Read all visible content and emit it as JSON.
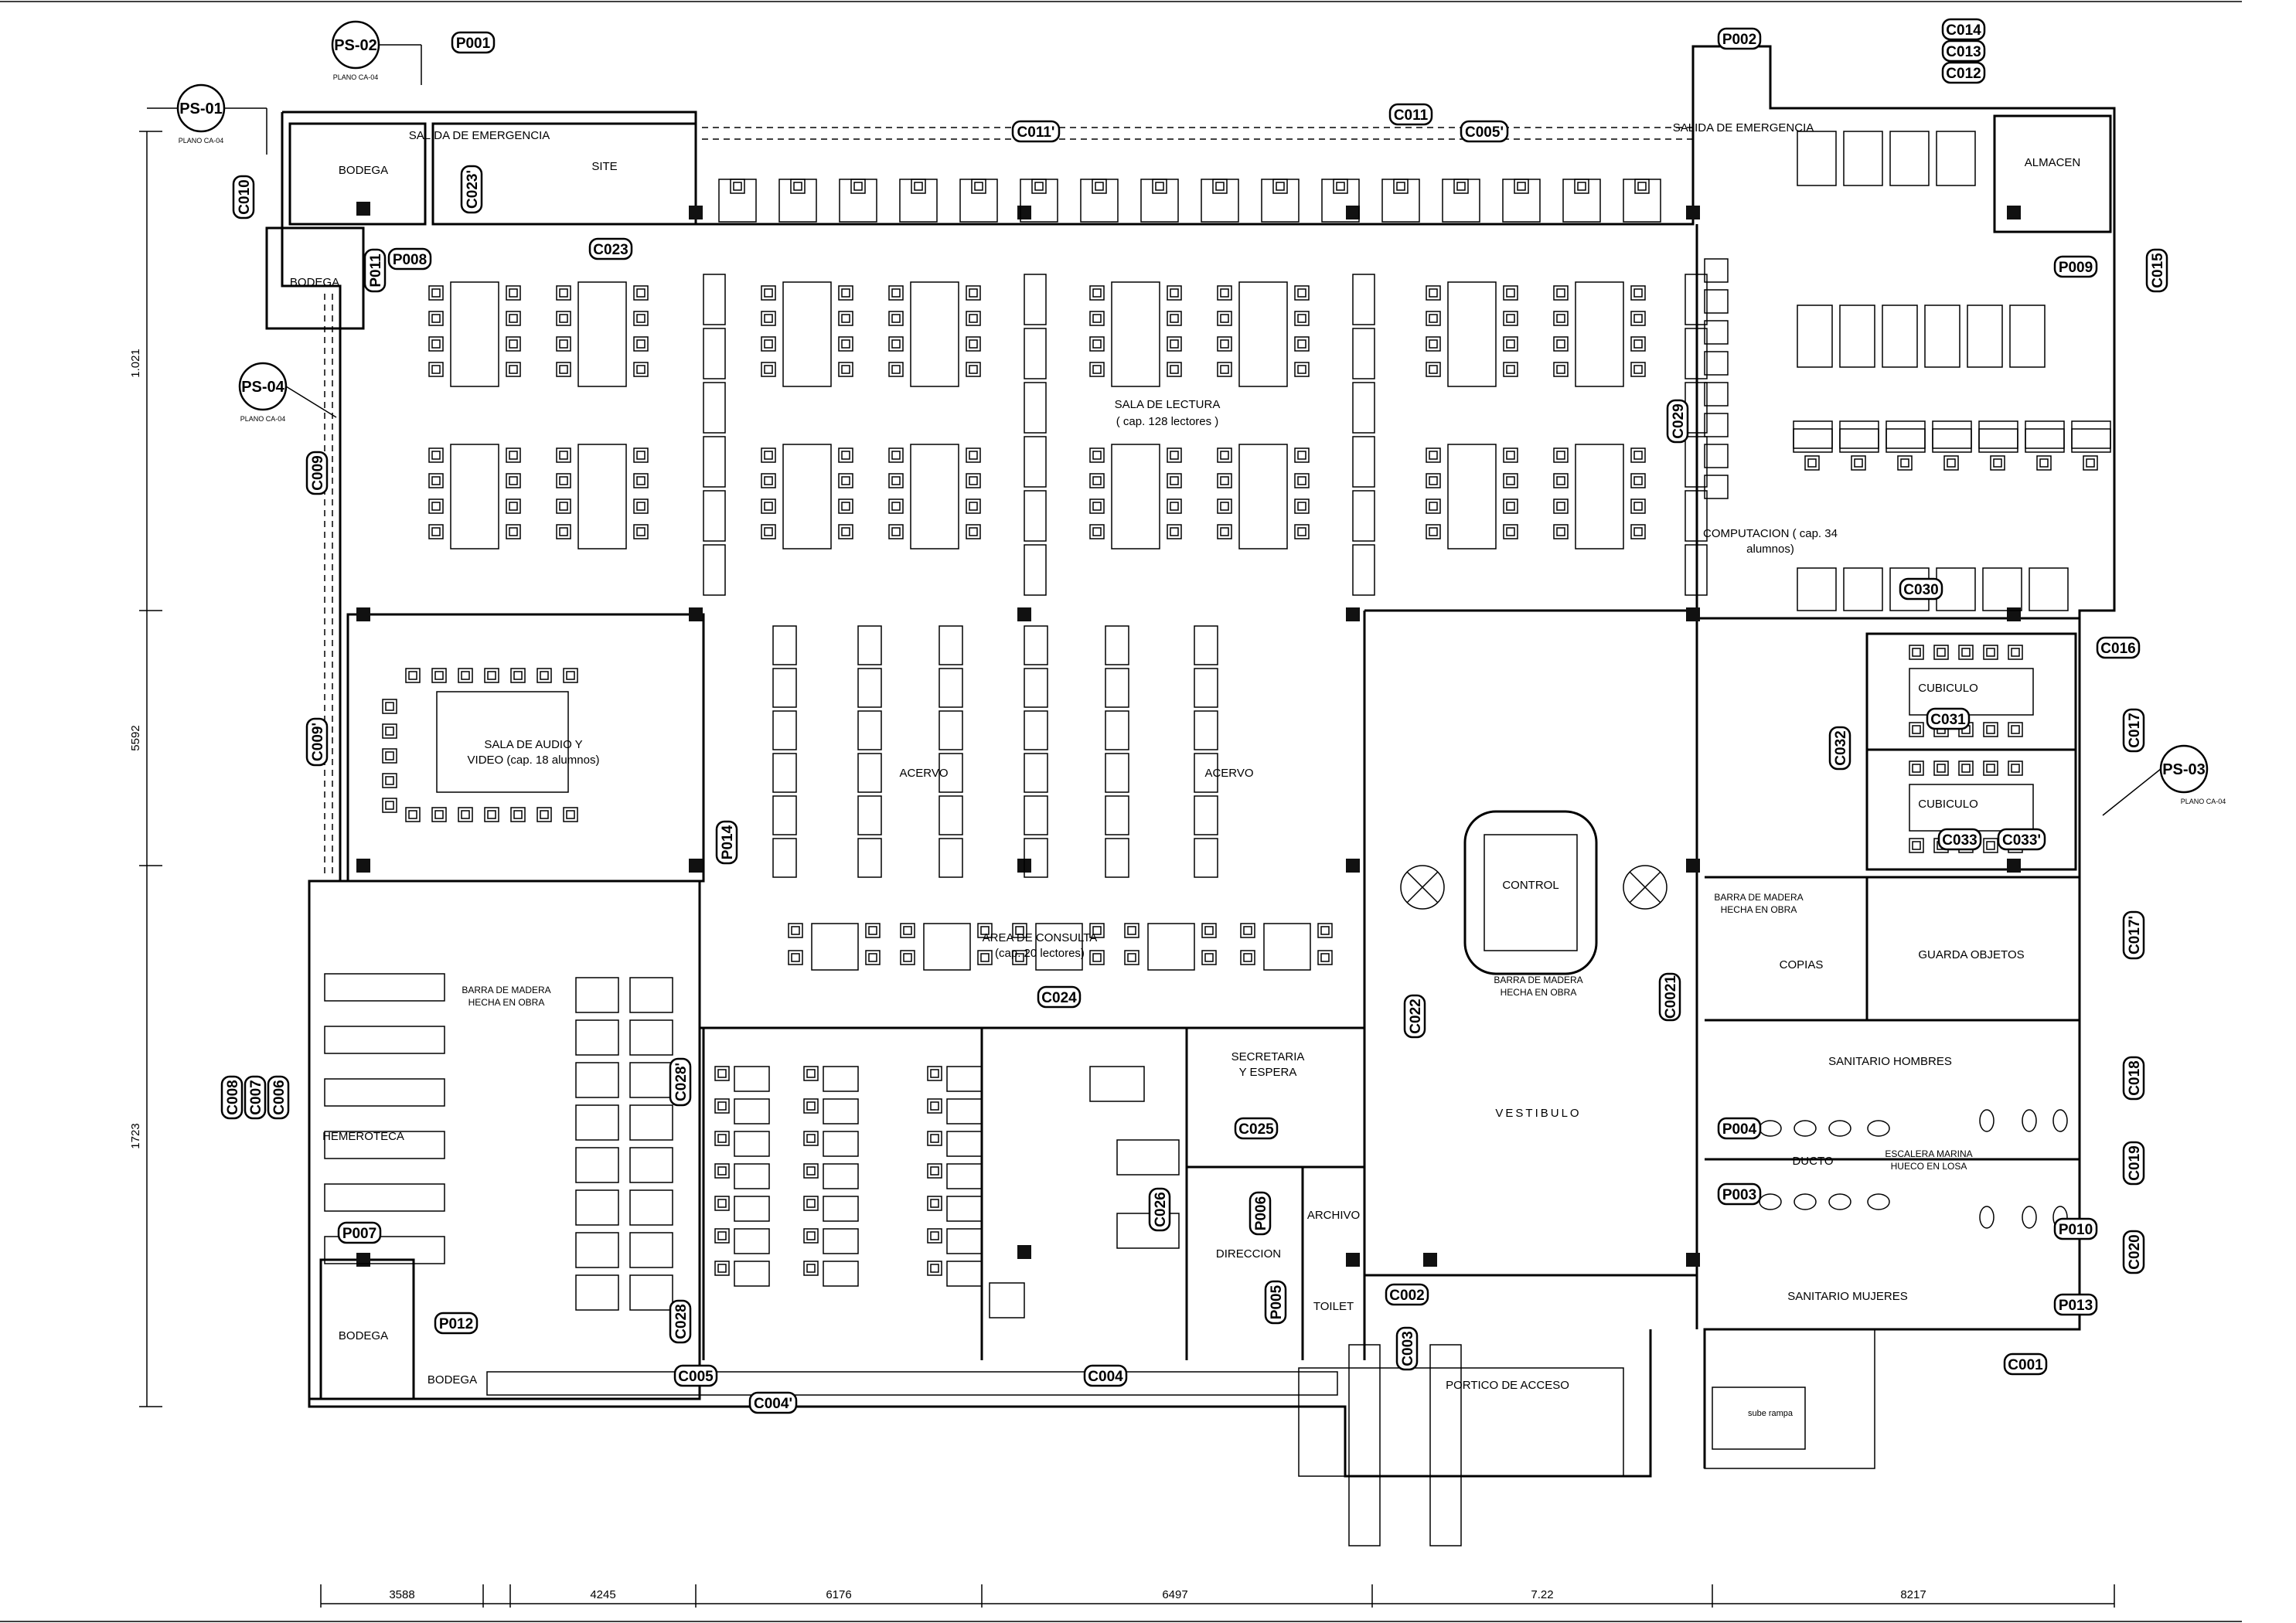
{
  "rooms": [
    {
      "id": "bodega_top",
      "label": "BODEGA"
    },
    {
      "id": "salida_emergencia_left",
      "label": "SALIDA DE EMERGENCIA"
    },
    {
      "id": "site",
      "label": "SITE"
    },
    {
      "id": "bodega_small",
      "label": "BODEGA"
    },
    {
      "id": "sala_lectura",
      "label": "SALA DE LECTURA",
      "sub": "( cap. 128 lectores )"
    },
    {
      "id": "salida_emergencia_right",
      "label": "SALIDA DE EMERGENCIA"
    },
    {
      "id": "almacen",
      "label": "ALMACEN"
    },
    {
      "id": "computacion",
      "label": "COMPUTACION ( cap. 34",
      "sub": "alumnos)"
    },
    {
      "id": "sala_audio",
      "label": "SALA DE AUDIO Y",
      "sub": "VIDEO (cap. 18 alumnos)"
    },
    {
      "id": "acervo_left",
      "label": "ACERVO"
    },
    {
      "id": "acervo_right",
      "label": "ACERVO"
    },
    {
      "id": "area_consulta",
      "label": "AREA DE CONSULTA",
      "sub": "(cap. 20 lectores)"
    },
    {
      "id": "cubiculo_1",
      "label": "CUBICULO"
    },
    {
      "id": "cubiculo_2",
      "label": "CUBICULO"
    },
    {
      "id": "control",
      "label": "CONTROL"
    },
    {
      "id": "barra_control",
      "label": "BARRA DE MADERA",
      "sub": "HECHA EN OBRA"
    },
    {
      "id": "barra_copias",
      "label": "BARRA DE MADERA",
      "sub": "HECHA EN OBRA"
    },
    {
      "id": "copias",
      "label": "COPIAS"
    },
    {
      "id": "guarda_objetos",
      "label": "GUARDA OBJETOS"
    },
    {
      "id": "barra_hemeroteca",
      "label": "BARRA DE MADERA",
      "sub": "HECHA EN OBRA"
    },
    {
      "id": "hemeroteca",
      "label": "HEMEROTECA"
    },
    {
      "id": "secretaria",
      "label": "SECRETARIA",
      "sub": "Y ESPERA"
    },
    {
      "id": "archivo",
      "label": "ARCHIVO"
    },
    {
      "id": "direccion",
      "label": "DIRECCION"
    },
    {
      "id": "toilet",
      "label": "TOILET"
    },
    {
      "id": "vestibulo",
      "label": "VESTIBULO"
    },
    {
      "id": "sanitario_hombres",
      "label": "SANITARIO HOMBRES"
    },
    {
      "id": "ducto",
      "label": "DUCTO"
    },
    {
      "id": "escalera",
      "label": "ESCALERA MARINA",
      "sub": "HUECO EN LOSA"
    },
    {
      "id": "sanitario_mujeres",
      "label": "SANITARIO MUJERES"
    },
    {
      "id": "portico",
      "label": "PORTICO DE ACCESO"
    },
    {
      "id": "bodega_bottom",
      "label": "BODEGA"
    },
    {
      "id": "bodega_bottom_small",
      "label": "BODEGA"
    },
    {
      "id": "sube_rampa",
      "label": "sube rampa"
    }
  ],
  "section_markers": [
    {
      "label": "PS-01",
      "sub": "PLANO CA-04"
    },
    {
      "label": "PS-02",
      "sub": "PLANO CA-04"
    },
    {
      "label": "PS-03",
      "sub": "PLANO CA-04"
    },
    {
      "label": "PS-04",
      "sub": "PLANO CA-04"
    }
  ],
  "tags": [
    "P001",
    "P002",
    "P008",
    "P011",
    "P009",
    "P014",
    "P007",
    "P012",
    "P004",
    "P003",
    "P010",
    "P013",
    "P006",
    "P005",
    "C014",
    "C013",
    "C012",
    "C011",
    "C011'",
    "C005'",
    "C010",
    "C023'",
    "C023",
    "C015",
    "C029",
    "C030",
    "C016",
    "C009",
    "C009'",
    "C017",
    "C032",
    "C031",
    "C033",
    "C033'",
    "C017'",
    "C0021",
    "C022",
    "C024",
    "C028'",
    "C028",
    "C008",
    "C007",
    "C006",
    "C025",
    "C026",
    "C018",
    "C019",
    "C020",
    "C002",
    "C003",
    "C005",
    "C004",
    "C004'",
    "C001"
  ],
  "dimensions": {
    "bottom": [
      "3588",
      "4245",
      "6176",
      "6497",
      "7.22",
      "8217"
    ],
    "left": [
      "1.021",
      "5592",
      "1723"
    ]
  }
}
